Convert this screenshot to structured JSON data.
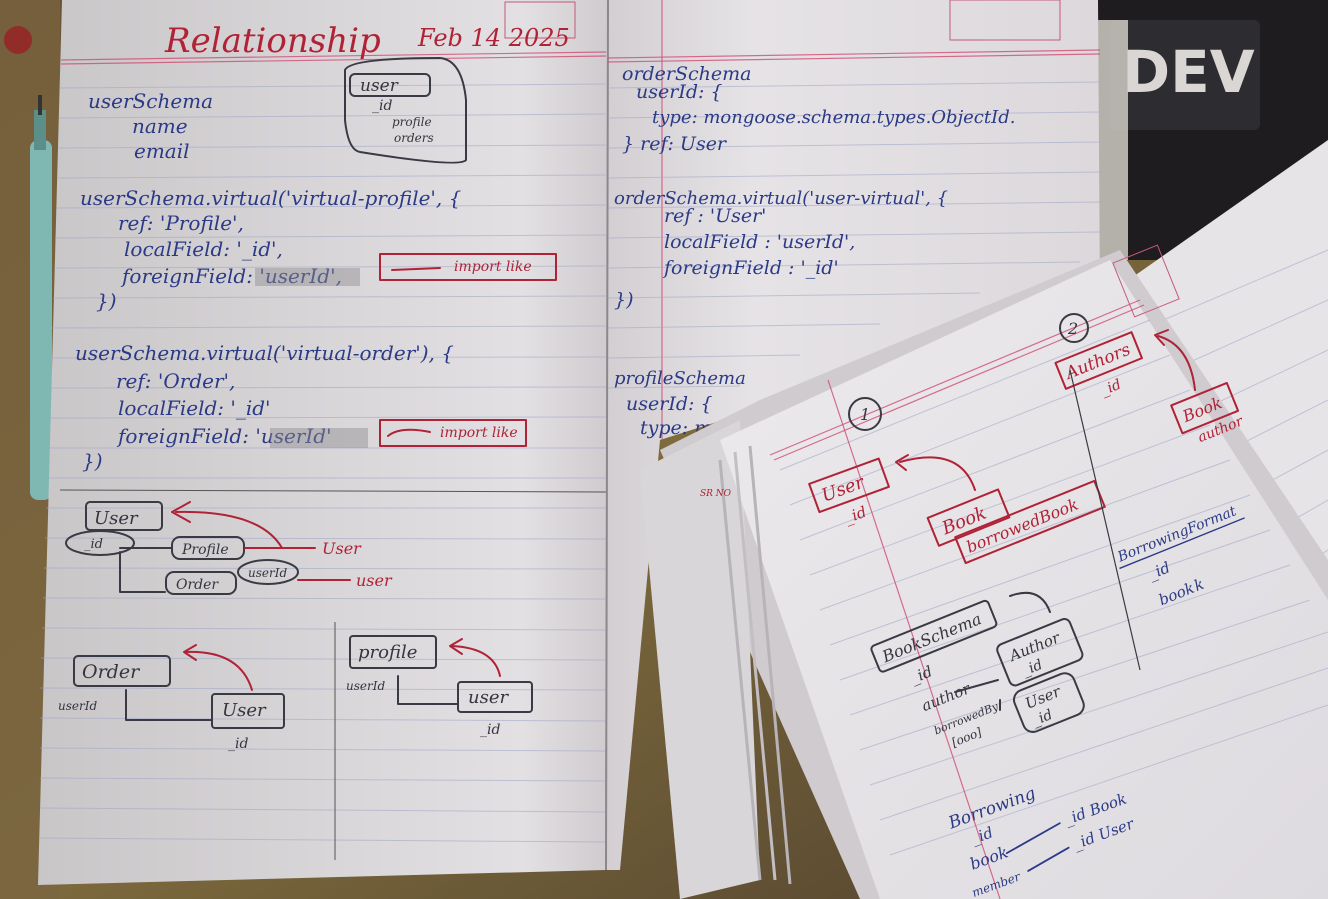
{
  "left_page": {
    "heading": "Relationship",
    "date": "Feb 14 2025",
    "user_schema": [
      "userSchema",
      "name",
      "email"
    ],
    "box_user": "user",
    "box_id": "_id",
    "box_profile": "profile",
    "box_orders": "orders",
    "virtual_profile": [
      "userSchema.virtual('virtual-profile', {",
      "ref: 'Profile',",
      "localField: '_id',",
      "foreignField: 'userId',",
      "})"
    ],
    "virtual_order": [
      "userSchema.virtual('virtual-order'), {",
      "ref: 'Order',",
      "localField: '_id'",
      "foreignField: 'userId'",
      "})"
    ],
    "import_note": "import like",
    "diagram_user": "User",
    "diagram_id": "_id",
    "diagram_profile": "Profile",
    "diagram_order": "Order",
    "diagram_userid": "userId",
    "diagram_arrow_user": "User",
    "diagram_arrow_user2": "user",
    "bottom_order": "Order",
    "bottom_userid": "userId",
    "bottom_user": "User",
    "bottom_id": "_id",
    "bottom_profile": "profile",
    "bottom_userid2": "userId",
    "bottom_user2": "user",
    "bottom_id2": "_id"
  },
  "right_page": {
    "order_schema": [
      "orderSchema",
      "userId: {",
      "type: mongoose.schema.types.ObjectId.",
      "}  ref: User"
    ],
    "order_virtual": [
      "orderSchema.virtual('user-virtual', {",
      "ref : 'User'",
      "localField : 'userId',",
      "foreignField : '_id'",
      "})"
    ],
    "profile_schema": [
      "profileSchema",
      "userId: {",
      "type: m"
    ]
  },
  "small_notebook": {
    "num1": "1",
    "num2": "2",
    "user": "User",
    "id": "_id",
    "book": "Book",
    "borrowed": "borrowedBook",
    "authors": "Authors",
    "authors_id": "_id",
    "book_right": "Book",
    "author_right": "author",
    "borrowing_format": "BorrowingFormat",
    "bf_id": "_id",
    "bf_book": "book",
    "bf_k": "k",
    "book_schema": "BookSchema",
    "bs_id": "_id",
    "bs_author": "author",
    "bs_borrowedby": "borrowedBy",
    "bs_arr": "[ooo]",
    "author_box": "Author",
    "author_box_id": "_id",
    "user_box": "User",
    "user_box_id": "_id",
    "borrowing": "Borrowing",
    "br_id": "_id",
    "br_book": "book",
    "br_member": "member",
    "br_id_book": "_id Book",
    "br_id_user": "_id User"
  },
  "misc": {
    "dev_logo": "DEV",
    "sr_no": "SR NO"
  }
}
